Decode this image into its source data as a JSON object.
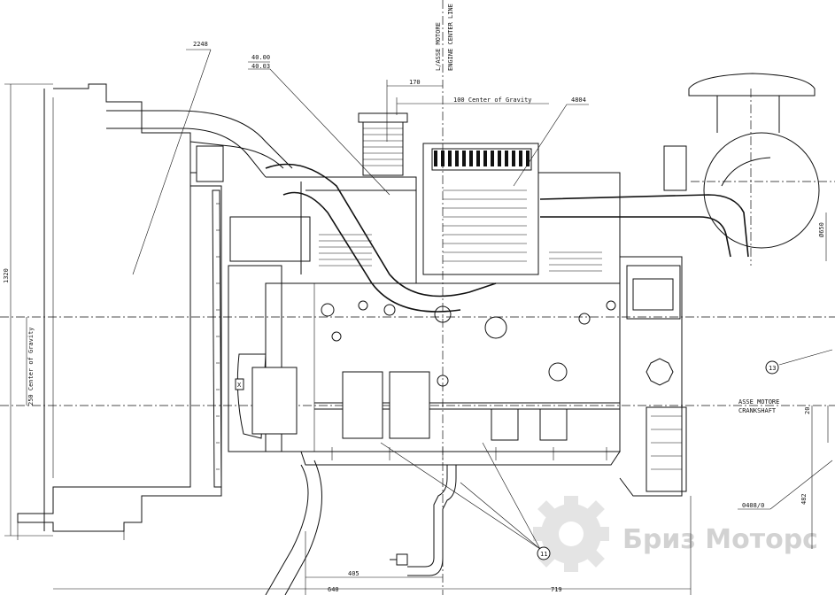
{
  "labels": {
    "ref_2248": "2248",
    "ref_4000": "40.00",
    "ref_4003": "40.03",
    "ref_4804": "4804",
    "ref_13": "13",
    "ref_11": "11",
    "ref_0408": "0408/0",
    "engine_center_line_it": "L/ASSE MOTORE",
    "engine_center_line_en": "ENGINE CENTER LINE",
    "crankshaft_it": "ASSE MOTORE",
    "crankshaft_en": "CRANKSHAFT",
    "cog_horizontal": "100 Center of Gravity",
    "cog_vertical": "250 Center of Gravity",
    "dim_170": "170",
    "dim_1320": "1320",
    "dim_650": "Ø650",
    "dim_20": "20",
    "dim_482": "482",
    "dim_405": "405",
    "dim_640": "640",
    "dim_719": "719",
    "x_marker": "X"
  },
  "watermark": {
    "text": "Бриз Моторс",
    "color": "#d2d2d2",
    "icon": "gear-icon"
  }
}
